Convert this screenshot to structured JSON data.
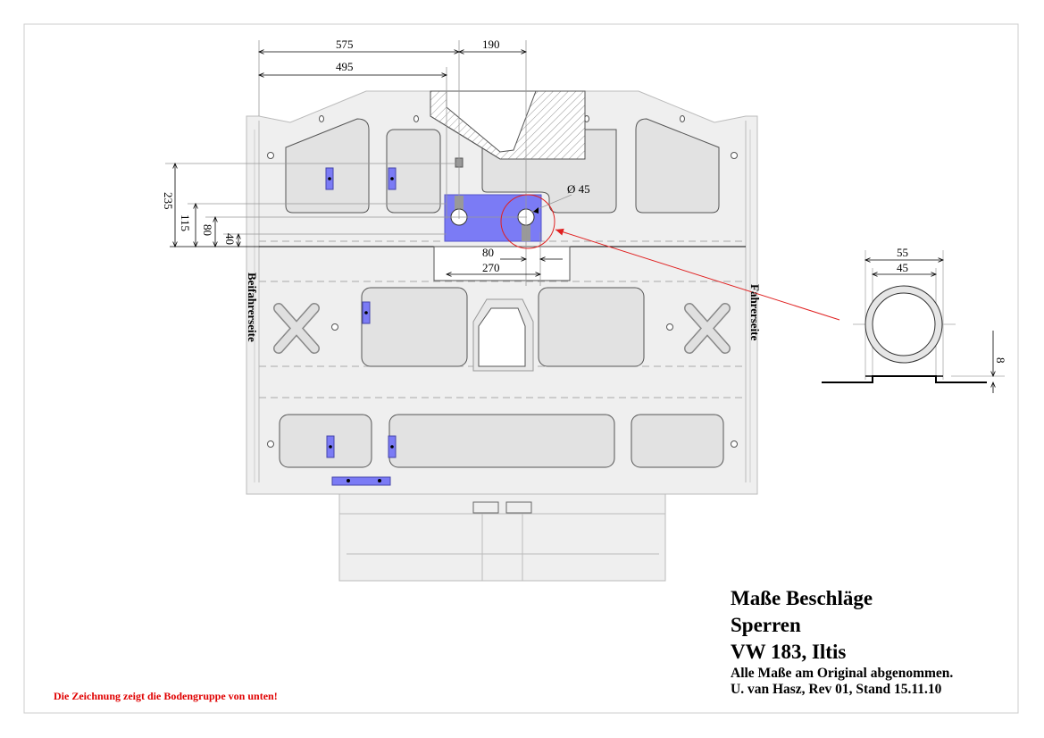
{
  "dimensions": {
    "top_575": "575",
    "top_495": "495",
    "top_190": "190",
    "diameter": "Ø 45",
    "left_235": "235",
    "left_115": "115",
    "left_80": "80",
    "left_40": "40",
    "mid_80": "80",
    "mid_270": "270",
    "detail_outer": "55",
    "detail_inner": "45",
    "detail_height": "8"
  },
  "labels": {
    "passenger_side": "Beifahrerseite",
    "driver_side": "Fahrerseite"
  },
  "title_block": {
    "line1": "Maße Beschläge",
    "line2": "Sperren",
    "line3": "VW 183,  Iltis",
    "line4": "Alle Maße am Original abgenommen.",
    "line5": "U. van Hasz, Rev 01, Stand 15.11.10"
  },
  "note": "Die Zeichnung zeigt die Bodengruppe von unten!",
  "colors": {
    "fitting": "#7b7bf5",
    "highlight": "#e02020",
    "panel": "#e2e2e2",
    "body": "#efefef"
  }
}
